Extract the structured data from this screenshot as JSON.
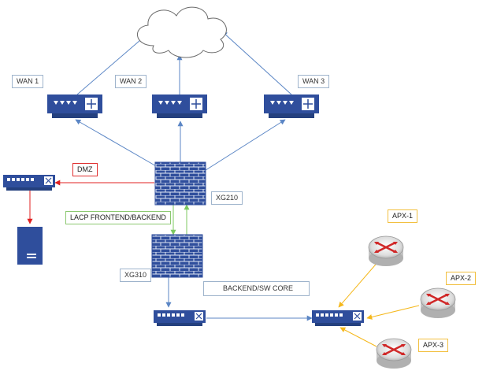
{
  "labels": {
    "wan1": "WAN 1",
    "wan2": "WAN 2",
    "wan3": "WAN 3",
    "dmz": "DMZ",
    "xg210": "XG210",
    "lacp": "LACP FRONTEND/BACKEND",
    "xg310": "XG310",
    "backend": "BACKEND/SW CORE",
    "apx1": "APX-1",
    "apx2": "APX-2",
    "apx3": "APX-3"
  },
  "colors": {
    "device_blue": "#2f4e9c",
    "link_blue": "#5b86c5",
    "dmz_red": "#e02020",
    "lacp_green": "#7cc860",
    "ap_orange": "#f5b81c",
    "router_red": "#d02828"
  },
  "icons": {
    "cloud": "cloud-icon",
    "wan_router": "router-device-icon",
    "firewall": "firewall-icon",
    "switch": "switch-icon",
    "server": "server-icon",
    "access_point": "router-disc-icon"
  }
}
